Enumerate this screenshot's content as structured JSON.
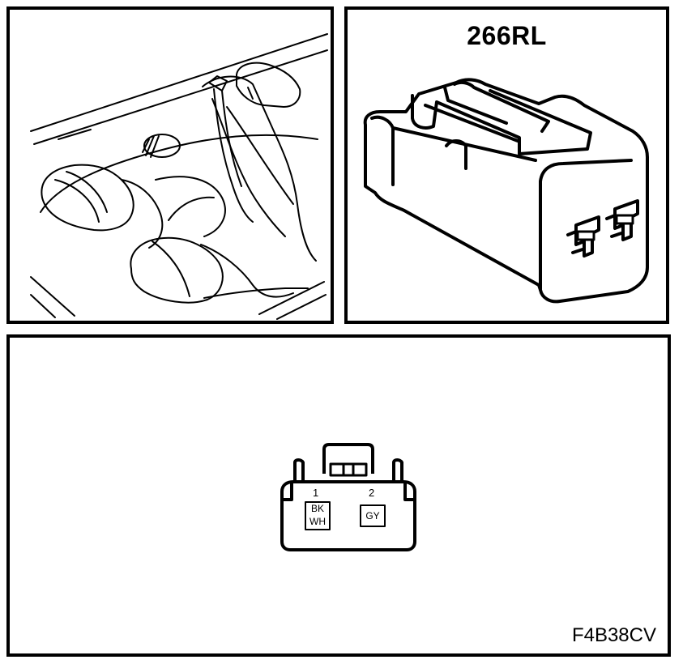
{
  "connector": {
    "id": "266RL",
    "pins": [
      {
        "number": "1",
        "wire_colors": [
          "BK",
          "WH"
        ]
      },
      {
        "number": "2",
        "wire_colors": [
          "GY"
        ]
      }
    ]
  },
  "figure_code": "F4B38CV"
}
